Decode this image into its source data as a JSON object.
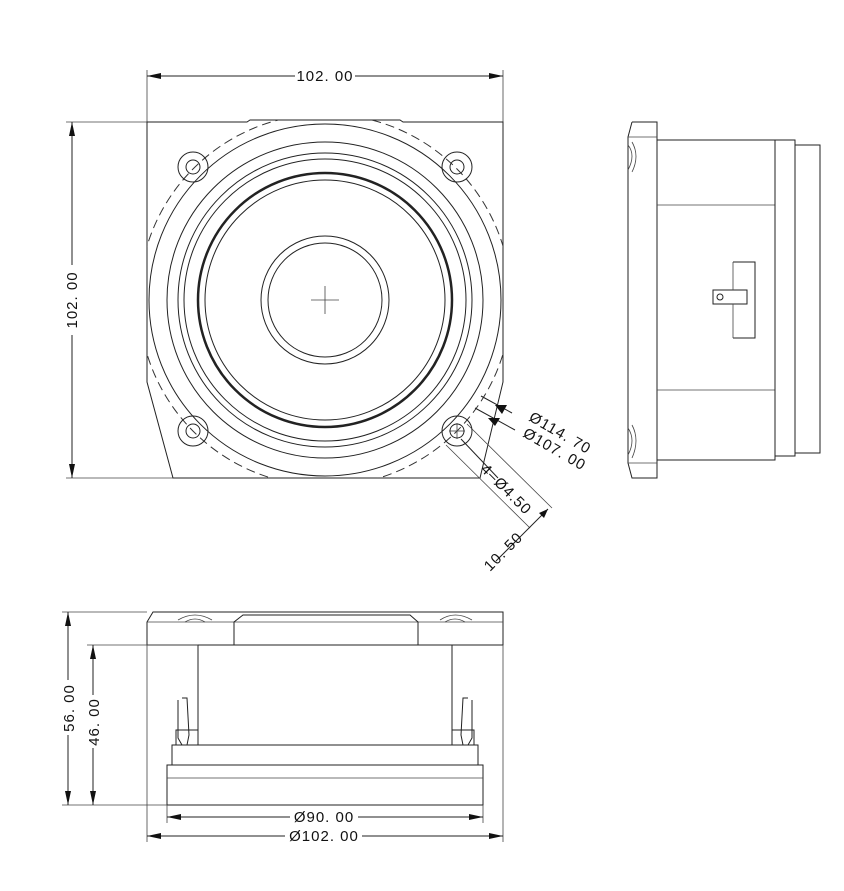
{
  "front_view": {
    "width_label": "102. 00",
    "height_label": "102. 00",
    "outer_diameter_label": "Ø114. 70",
    "bolt_circle_label": "Ø107. 00",
    "hole_label": "4–Ø4.50",
    "slot_label": "10. 50"
  },
  "bottom_view": {
    "overall_height_label": "56. 00",
    "body_height_label": "46. 00",
    "magnet_diameter_label": "Ø90. 00",
    "flange_diameter_label": "Ø102. 00"
  }
}
